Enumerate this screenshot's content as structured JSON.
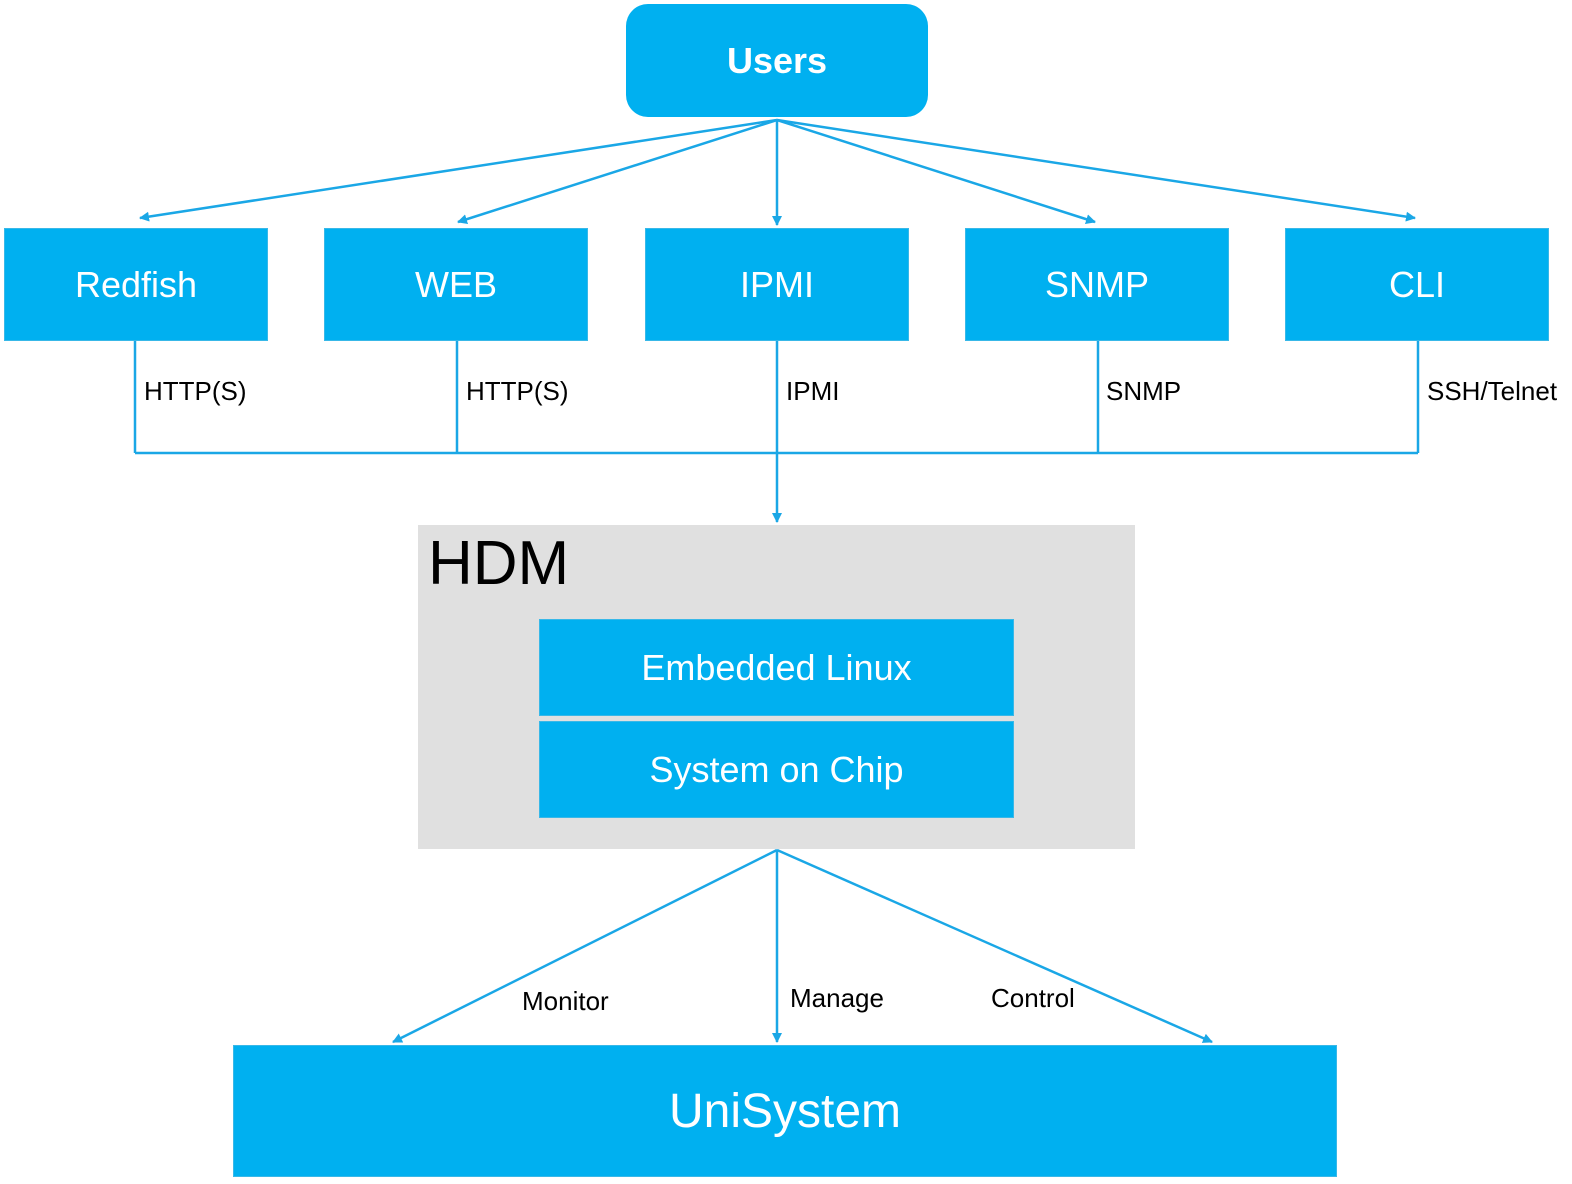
{
  "colors": {
    "box_fill": "#00b0f0",
    "connector": "#1aa7e6",
    "hdm_panel": "#e0e0e0"
  },
  "users": {
    "label": "Users"
  },
  "interfaces": [
    {
      "label": "Redfish",
      "protocol": "HTTP(S)"
    },
    {
      "label": "WEB",
      "protocol": "HTTP(S)"
    },
    {
      "label": "IPMI",
      "protocol": "IPMI"
    },
    {
      "label": "SNMP",
      "protocol": "SNMP"
    },
    {
      "label": "CLI",
      "protocol": "SSH/Telnet"
    }
  ],
  "hdm": {
    "title": "HDM",
    "layers": [
      "Embedded Linux",
      "System on Chip"
    ]
  },
  "target": {
    "label": "UniSystem",
    "actions": [
      "Monitor",
      "Manage",
      "Control"
    ]
  }
}
